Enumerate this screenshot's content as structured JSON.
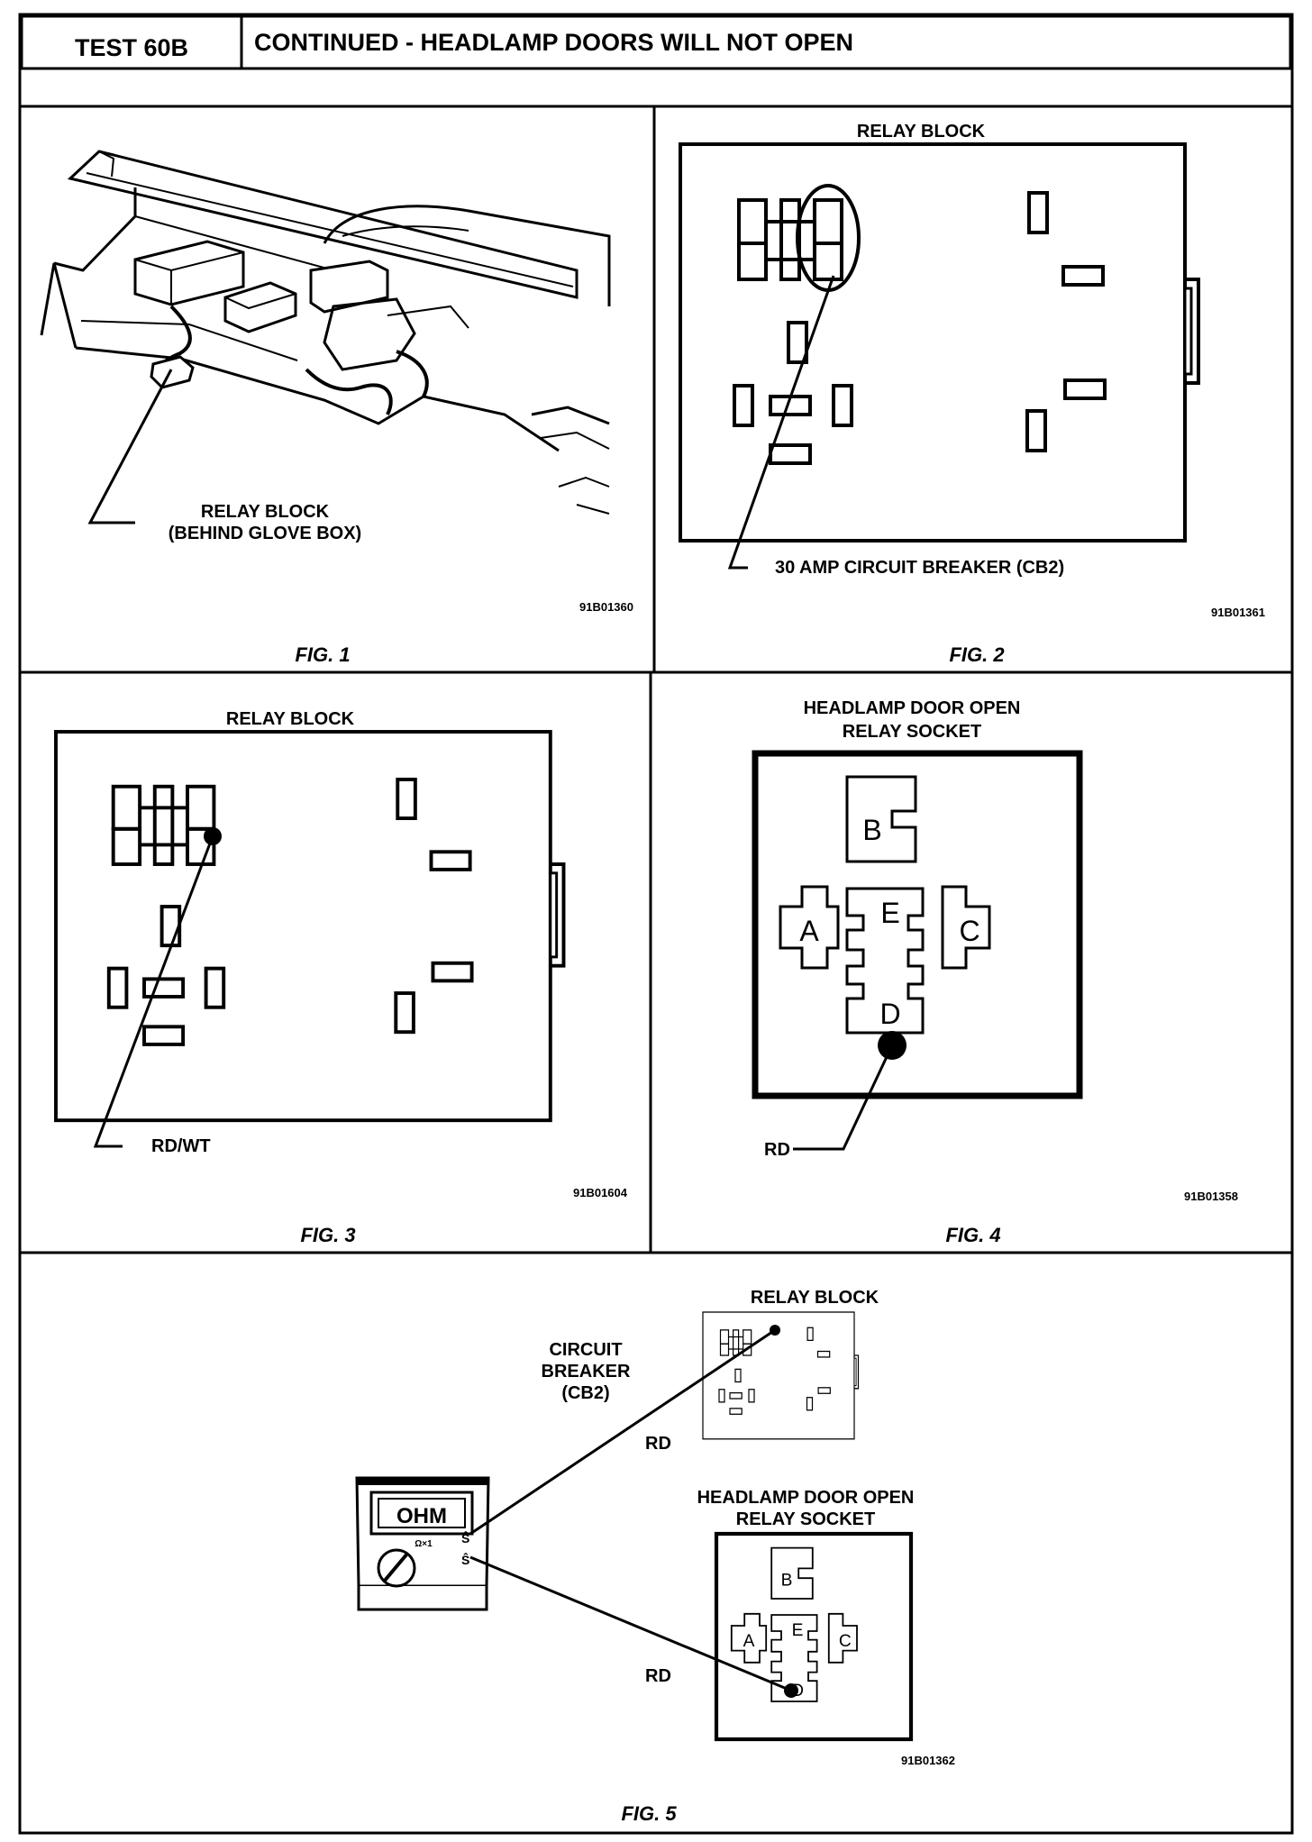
{
  "header": {
    "test_id": "TEST 60B",
    "title": "CONTINUED - HEADLAMP DOORS WILL NOT OPEN"
  },
  "fig1": {
    "callout": [
      "RELAY BLOCK",
      "(BEHIND GLOVE BOX)"
    ],
    "code": "91B01360",
    "caption": "FIG. 1"
  },
  "fig2": {
    "title": "RELAY BLOCK",
    "callout": "30 AMP CIRCUIT BREAKER (CB2)",
    "code": "91B01361",
    "caption": "FIG. 2"
  },
  "fig3": {
    "title": "RELAY BLOCK",
    "callout": "RD/WT",
    "code": "91B01604",
    "caption": "FIG. 3"
  },
  "fig4": {
    "title": [
      "HEADLAMP DOOR OPEN",
      "RELAY SOCKET"
    ],
    "pins": [
      "A",
      "B",
      "C",
      "D",
      "E"
    ],
    "callout": "RD",
    "code": "91B01358",
    "caption": "FIG. 4"
  },
  "fig5": {
    "relay_block_title": "RELAY BLOCK",
    "breaker_label": [
      "CIRCUIT",
      "BREAKER",
      "(CB2)"
    ],
    "wire_top": "RD",
    "socket_title": [
      "HEADLAMP DOOR OPEN",
      "RELAY SOCKET"
    ],
    "wire_bottom": "RD",
    "meter_display": "OHM",
    "meter_range": "Ω×1",
    "pins": [
      "A",
      "B",
      "C",
      "D",
      "E"
    ],
    "code": "91B01362",
    "caption": "FIG. 5"
  }
}
